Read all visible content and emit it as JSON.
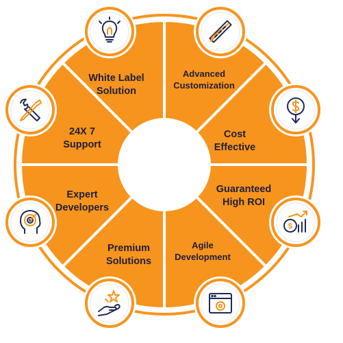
{
  "colors": {
    "segment": "#f7941d",
    "segment_border": "#ffffff",
    "hub": "#ffffff",
    "text": "#1f1f3a",
    "icon_ring": "#f7941d",
    "icon_fill": "#ffffff",
    "icon_stroke": "#1f2a55"
  },
  "segments": [
    {
      "id": "white-label",
      "lines": [
        "White Label",
        "Solution"
      ],
      "icon": "lightbulb-icon"
    },
    {
      "id": "advanced-customization",
      "lines": [
        "Advanced",
        "Customization"
      ],
      "icon": "pencil-ruler-icon"
    },
    {
      "id": "cost-effective",
      "lines": [
        "Cost",
        "Effective"
      ],
      "icon": "dollar-down-arrow-icon"
    },
    {
      "id": "guaranteed-roi",
      "lines": [
        "Guaranteed",
        "High ROI"
      ],
      "icon": "coin-bar-chart-icon"
    },
    {
      "id": "agile-development",
      "lines": [
        "Agile",
        "Development"
      ],
      "icon": "browser-gear-icon"
    },
    {
      "id": "premium-solutions",
      "lines": [
        "Premium",
        "Solutions"
      ],
      "icon": "hand-star-icon"
    },
    {
      "id": "expert-developers",
      "lines": [
        "Expert",
        "Developers"
      ],
      "icon": "head-target-icon"
    },
    {
      "id": "support",
      "lines": [
        "24X 7",
        "Support"
      ],
      "icon": "wrench-screwdriver-icon"
    }
  ]
}
